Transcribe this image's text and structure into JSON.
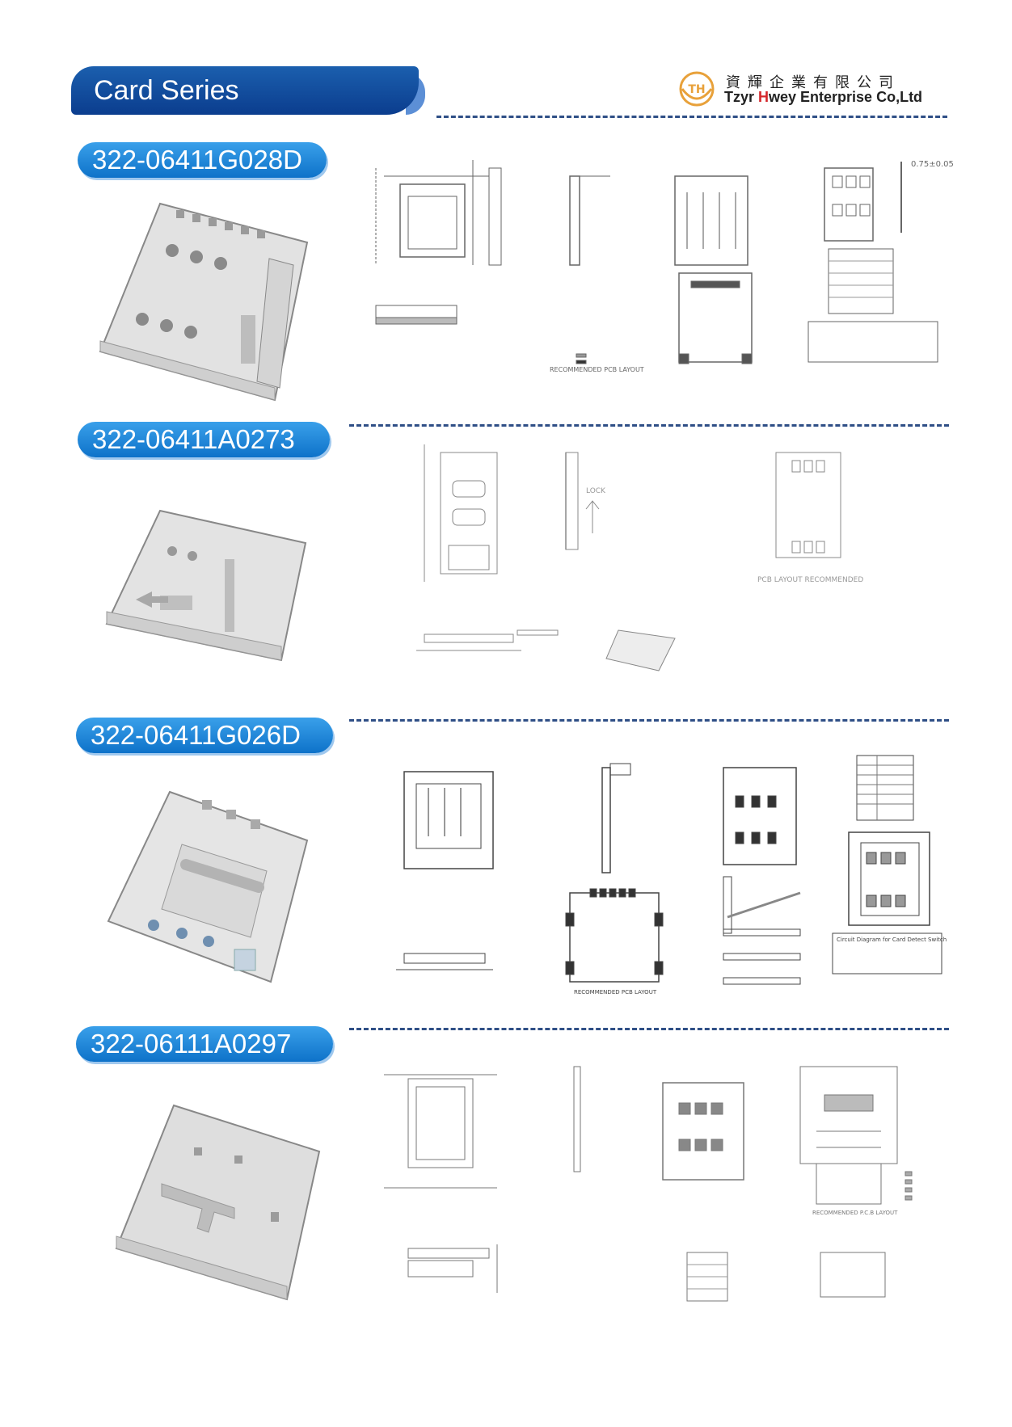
{
  "header": {
    "title": "Card Series",
    "company_cn": "資輝企業有限公司",
    "company_en_prefix": "Tzyr ",
    "company_en_h": "H",
    "company_en_suffix": "wey Enterprise Co,Ltd",
    "logo_letters": "TH"
  },
  "sections": [
    {
      "part_number": "322-06411G028D"
    },
    {
      "part_number": "322-06411A0273"
    },
    {
      "part_number": "322-06411G026D"
    },
    {
      "part_number": "322-06111A0297"
    }
  ],
  "drawings": {
    "s1_dim": "0.75±0.05",
    "s1_note": "RECOMMENDED PCB LAYOUT",
    "s2_lock": "LOCK",
    "s2_pcb": "PCB LAYOUT RECOMMENDED",
    "s3_circuit": "Circuit Diagram for Card Detect Switch",
    "s3_pcb": "RECOMMENDED PCB LAYOUT",
    "s4_pcb": "RECOMMENDED P.C.B LAYOUT"
  },
  "colors": {
    "header_tab": "#0b3d8e",
    "pill": "#0e72c9",
    "dash": "#2f4f86",
    "logo_red": "#d4262a",
    "logo_gold": "#e8a13a"
  }
}
